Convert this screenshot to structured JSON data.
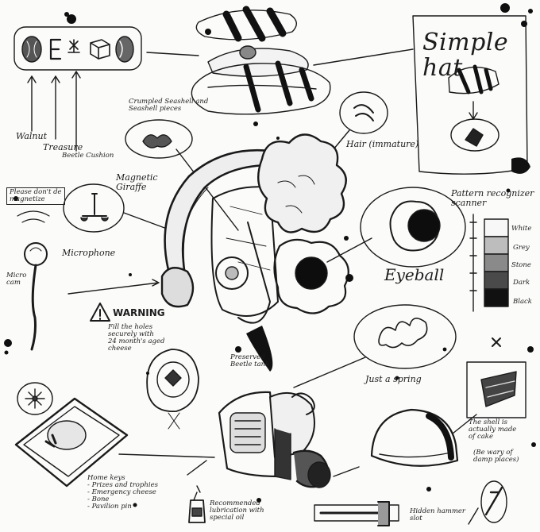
{
  "labels": {
    "title": "Simple hat",
    "walnut": "Walnut",
    "treasure": "Treasure",
    "beetle_cushion": "Beetle Cushion",
    "crumpled_shells": "Crumpled Seashell and\nSeashell pieces",
    "hair": "Hair (immature)",
    "magnetic_giraffe": "Magnetic\nGiraffe",
    "please_dont": "Please don't de\nmagnetize",
    "microphone": "Microphone",
    "micro_cam": "Micro\ncam",
    "pattern_scanner": "Pattern recognizer\nscanner",
    "white": "White",
    "grey": "Grey",
    "stone": "Stone",
    "dark": "Dark",
    "black": "Black",
    "eyeball": "Eyeball",
    "warning": "WARNING",
    "warning_text": "Fill the holes\nsecurely with\n24 month's aged\ncheese",
    "preserved_beetle": "Preserved\nBeetle tank",
    "just_a_spring": "Just a spring",
    "shell_note": "The shell is\nactually made\nof cake",
    "be_wary": "(Be wary of\ndamp places)",
    "home_keys": "Home keys\n- Prizes and trophies\n- Emergency cheese\n- Bone\n- Pavilion pin",
    "recommended": "Recommended\nlubrication with\nspecial oil",
    "hidden_hammer": "Hidden hammer\nslot"
  },
  "colors": {
    "ink": "#1a1a1a",
    "paper": "#fbfbfa",
    "scale": [
      "#f7f7f7",
      "#bdbdbd",
      "#8a8a8a",
      "#4a4a4a",
      "#111111"
    ]
  },
  "icons": [
    "walnut-icon",
    "treasure-icon",
    "beetle-cushion-icon",
    "warning-icon",
    "flower-icon",
    "hammer-icon"
  ]
}
